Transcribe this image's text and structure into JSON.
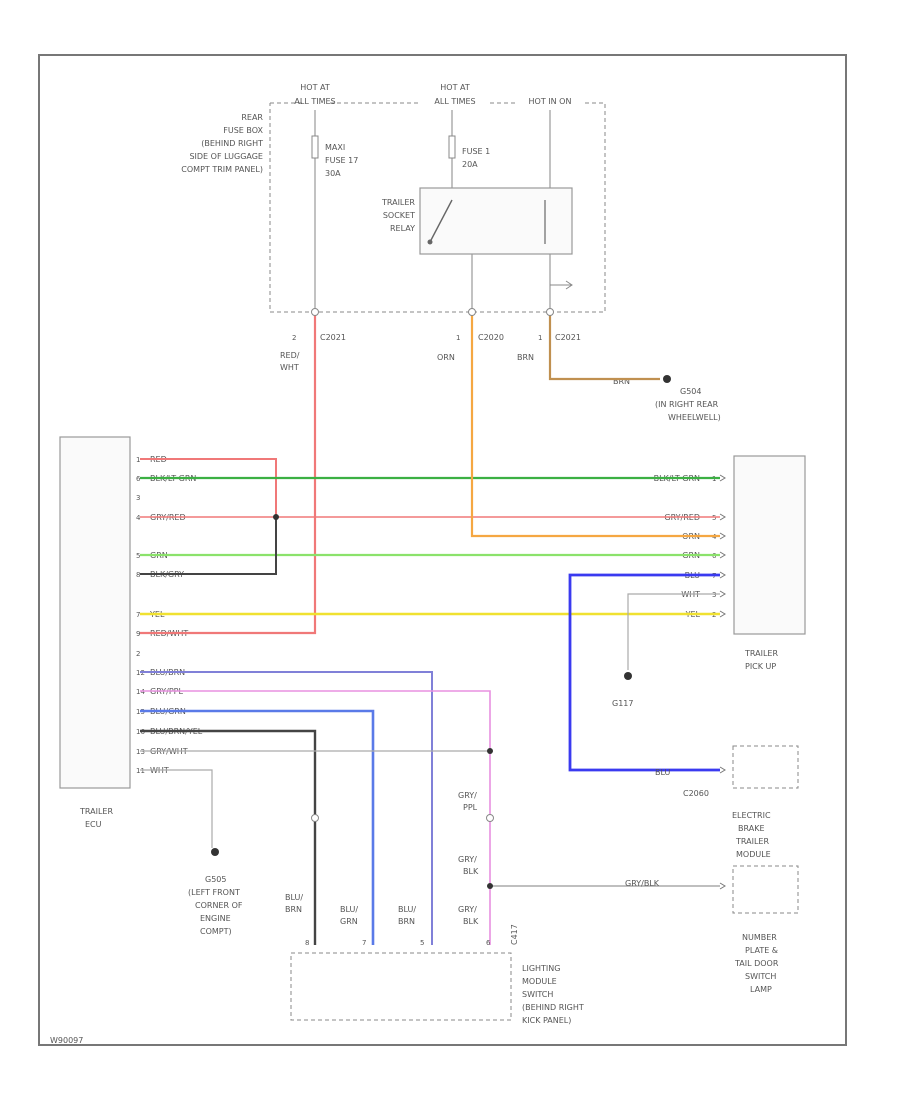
{
  "footer_code": "W90097",
  "fusebox": {
    "label": [
      "REAR",
      "FUSE BOX",
      "(BEHIND RIGHT",
      "SIDE OF LUGGAGE",
      "COMPT TRIM PANEL)"
    ],
    "hot_left": [
      "HOT AT",
      "ALL TIMES"
    ],
    "hot_mid": [
      "HOT AT",
      "ALL TIMES"
    ],
    "hot_right": "HOT IN ON",
    "maxi_fuse": [
      "MAXI",
      "FUSE 17",
      "30A"
    ],
    "fuse1": [
      "FUSE 1",
      "20A"
    ],
    "relay": [
      "TRAILER",
      "SOCKET",
      "RELAY"
    ]
  },
  "connectors": {
    "c1": {
      "pin": "2",
      "name": "C2021"
    },
    "c2": {
      "pin": "1",
      "name": "C2020"
    },
    "c3": {
      "pin": "1",
      "name": "C2021"
    }
  },
  "wires_top": {
    "red_wht": [
      "RED/",
      "WHT"
    ],
    "orn": "ORN",
    "brn": "BRN",
    "brn2": "BRN"
  },
  "ground_g504": [
    "G504",
    "(IN RIGHT REAR",
    "WHEELWELL)"
  ],
  "ecu": {
    "label": [
      "TRAILER",
      "ECU"
    ],
    "pins": [
      "1",
      "6",
      "3",
      "4",
      "5",
      "8",
      "7",
      "9",
      "2",
      "12",
      "14",
      "15",
      "16",
      "13",
      "11"
    ],
    "wires": [
      "RED",
      "BLK/LT GRN",
      "",
      "GRY/RED",
      "GRN",
      "BLK/GRY",
      "YEL",
      "RED/WHT",
      "",
      "BLU/BRN",
      "GRY/PPL",
      "BLU/GRN",
      "BLU/BRN/YEL",
      "GRY/WHT",
      "WHT"
    ]
  },
  "pickup": {
    "label": [
      "TRAILER",
      "PICK UP"
    ],
    "wires": [
      "BLK/LT GRN",
      "GRY/RED",
      "ORN",
      "GRN",
      "BLU",
      "WHT",
      "YEL"
    ],
    "pins": [
      "1",
      "5",
      "4",
      "6",
      "7",
      "3",
      "2"
    ]
  },
  "ground_g117": "G117",
  "electric_brake": {
    "wire": "BLU",
    "connector": "C2060",
    "label": [
      "ELECTRIC",
      "BRAKE",
      "TRAILER",
      "MODULE"
    ]
  },
  "number_plate": {
    "wire": "GRY/BLK",
    "label": [
      "NUMBER",
      "PLATE &",
      "TAIL DOOR",
      "SWITCH",
      "LAMP"
    ]
  },
  "ground_g505": [
    "G505",
    "(LEFT FRONT",
    "CORNER OF",
    "ENGINE",
    "COMPT)"
  ],
  "lighting": {
    "label": [
      "LIGHTING",
      "MODULE",
      "SWITCH",
      "(BEHIND RIGHT",
      "KICK PANEL)"
    ],
    "wires": [
      [
        "BLU/",
        "BRN"
      ],
      [
        "BLU/",
        "GRN"
      ],
      [
        "BLU/",
        "BRN"
      ]
    ],
    "pins": [
      "8",
      "7",
      "5",
      "6"
    ],
    "gry_ppl": [
      "GRY/",
      "PPL"
    ],
    "gry_blk1": [
      "GRY/",
      "BLK"
    ],
    "gry_blk2": [
      "GRY/",
      "BLK"
    ],
    "c417": "C417"
  },
  "colors": {
    "red": "#f07878",
    "green": "#3cb043",
    "orange": "#f5a742",
    "light_green": "#8be26b",
    "yellow": "#f0e130",
    "blue": "#3a3af0",
    "blue_brn": "#8080d8",
    "pink": "#e890e0",
    "blue_grn": "#5a7ae8",
    "black": "#444444",
    "gray": "#aaaaaa",
    "brown": "#c09050"
  }
}
